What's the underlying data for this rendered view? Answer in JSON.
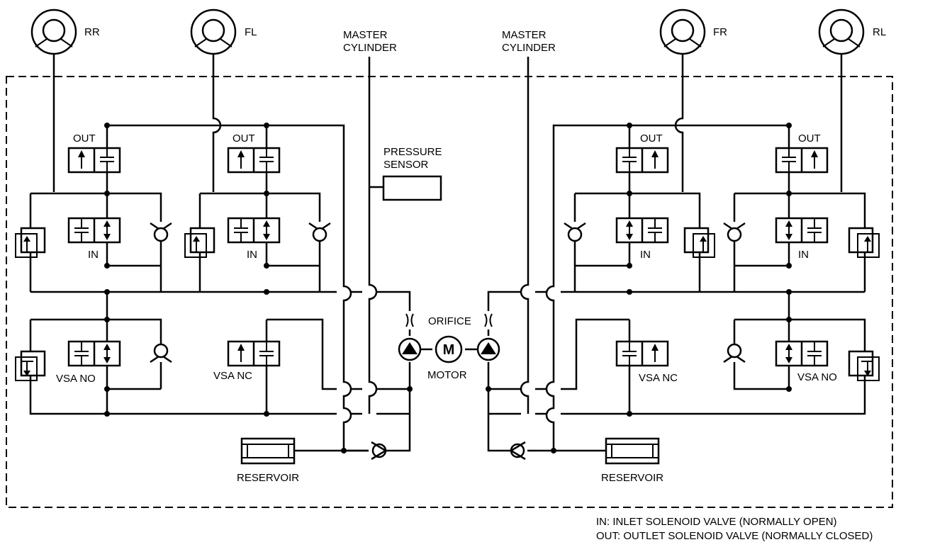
{
  "wheels": {
    "rr": "RR",
    "fl": "FL",
    "fr": "FR",
    "rl": "RL"
  },
  "master_cylinder": {
    "left_line1": "MASTER",
    "left_line2": "CYLINDER",
    "right_line1": "MASTER",
    "right_line2": "CYLINDER"
  },
  "pressure_sensor": {
    "line1": "PRESSURE",
    "line2": "SENSOR"
  },
  "valves": {
    "out_1": "OUT",
    "out_2": "OUT",
    "out_3": "OUT",
    "out_4": "OUT",
    "in_1": "IN",
    "in_2": "IN",
    "in_3": "IN",
    "in_4": "IN",
    "vsa_no_left": "VSA NO",
    "vsa_nc_left": "VSA NC",
    "vsa_nc_right": "VSA NC",
    "vsa_no_right": "VSA NO"
  },
  "pump": {
    "orifice": "ORIFICE",
    "motor_symbol": "M",
    "motor": "MOTOR"
  },
  "reservoir": {
    "left": "RESERVOIR",
    "right": "RESERVOIR"
  },
  "legend": {
    "line1": "IN: INLET SOLENOID VALVE (NORMALLY OPEN)",
    "line2": "OUT: OUTLET SOLENOID VALVE (NORMALLY CLOSED)"
  }
}
